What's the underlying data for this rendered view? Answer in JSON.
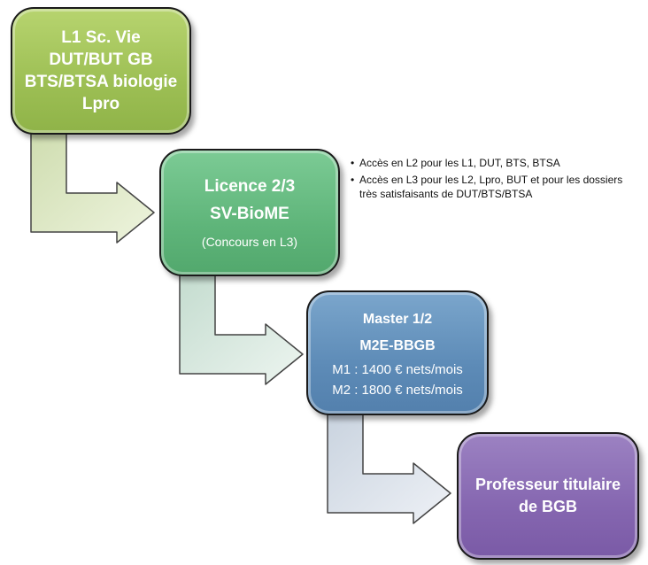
{
  "steps": [
    {
      "lines": [
        "L1 Sc. Vie",
        "DUT/BUT GB",
        "BTS/BTSA biologie",
        "Lpro"
      ]
    },
    {
      "title": [
        "Licence 2/3",
        "SV-BioME"
      ],
      "note": "(Concours en L3)"
    },
    {
      "title": [
        "Master 1/2",
        "M2E-BBGB"
      ],
      "details": [
        "M1 : 1400 € nets/mois",
        "M2 : 1800 € nets/mois"
      ]
    },
    {
      "lines": [
        "Professeur titulaire",
        "de BGB"
      ]
    }
  ],
  "notes": [
    "Accès en L2 pour les L1, DUT, BTS, BTSA",
    "Accès en L3 pour les L2, Lpro, BUT et pour les dossiers très satisfaisants de DUT/BTS/BTSA"
  ],
  "colors": {
    "step1": "#9dbf54",
    "step2": "#5fb57a",
    "step3": "#5d8bb7",
    "step4": "#8566b0"
  }
}
